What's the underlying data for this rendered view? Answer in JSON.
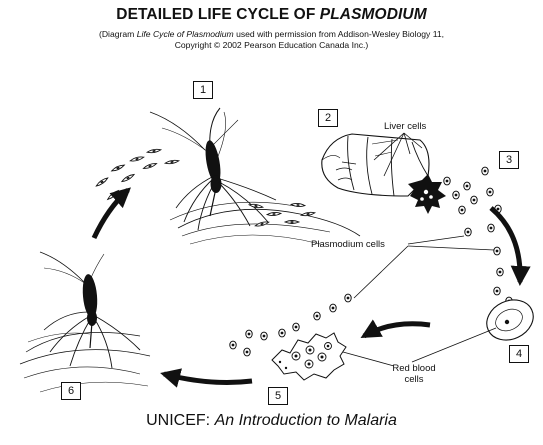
{
  "header": {
    "title_prefix": "DETAILED LIFE CYCLE OF ",
    "title_italic": "PLASMODIUM",
    "credit_line1_prefix": "(Diagram ",
    "credit_line1_italic": "Life Cycle of Plasmodium",
    "credit_line1_suffix": " used with permission from Addison-Wesley Biology 11,",
    "credit_line2": "Copyright © 2002 Pearson Education Canada Inc.)"
  },
  "stages": [
    "1",
    "2",
    "3",
    "4",
    "5",
    "6"
  ],
  "labels": {
    "liver_cells": "Liver cells",
    "plasmodium_cells": "Plasmodium cells",
    "red_blood_line1": "Red blood",
    "red_blood_line2": "cells"
  },
  "caption": {
    "prefix": "UNICEF: ",
    "italic": "An Introduction to Malaria"
  }
}
